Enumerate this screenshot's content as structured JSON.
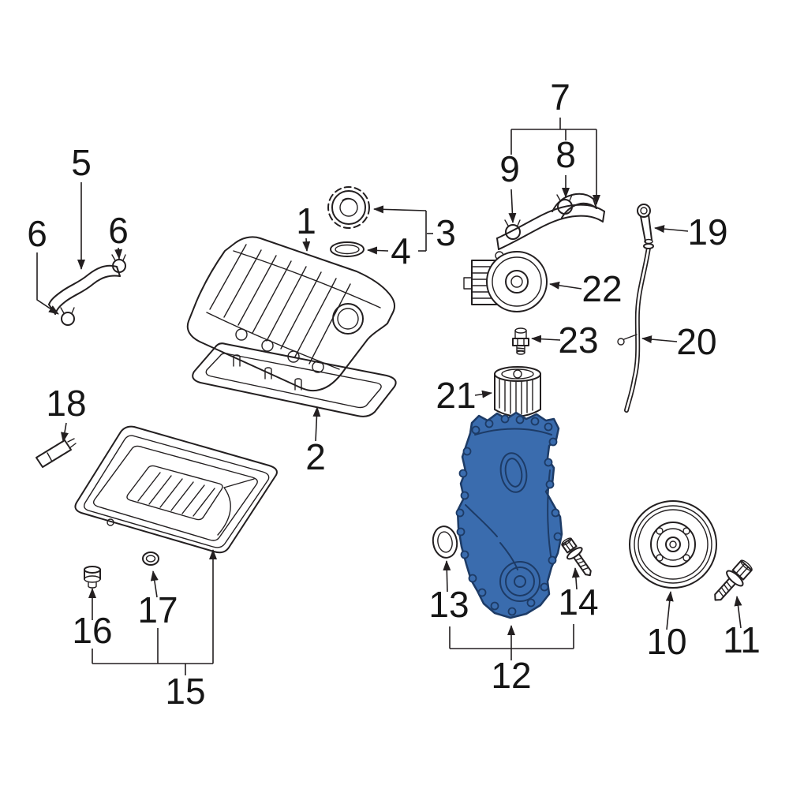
{
  "page": {
    "background": "#ffffff"
  },
  "diagram": {
    "kind": "exploded-parts-diagram",
    "ink_color": "#231f20",
    "highlight_fill": "#3a6cae",
    "highlight_stroke": "#1d3b66",
    "highlighted_part_callout": "12"
  },
  "callouts": {
    "c1": "1",
    "c2": "2",
    "c3": "3",
    "c4": "4",
    "c5": "5",
    "c6": "6",
    "c7": "7",
    "c8": "8",
    "c9": "9",
    "c10": "10",
    "c11": "11",
    "c12": "12",
    "c13": "13",
    "c14": "14",
    "c15": "15",
    "c16": "16",
    "c17": "17",
    "c18": "18",
    "c19": "19",
    "c20": "20",
    "c21": "21",
    "c22": "22",
    "c23": "23"
  },
  "parts": {
    "1": "valve-cover",
    "2": "valve-cover-gasket",
    "3": "oil-filler-cap",
    "4": "filler-cap-o-ring",
    "5": "breather-hose",
    "6": "hose-clamp",
    "7": "oil-cooler-hose-assembly",
    "8": "hose-clamp",
    "9": "hose-clamp",
    "10": "crankshaft-pulley",
    "11": "crankshaft-pulley-bolt",
    "12": "timing-cover",
    "13": "crankshaft-front-seal",
    "14": "timing-cover-bolt",
    "15": "oil-pan",
    "16": "oil-drain-plug",
    "17": "drain-plug-gasket",
    "18": "oil-pan-tube",
    "19": "oil-dipstick-handle",
    "20": "dipstick-tube",
    "21": "oil-filter",
    "22": "oil-cooler",
    "23": "oil-cooler-fitting"
  }
}
